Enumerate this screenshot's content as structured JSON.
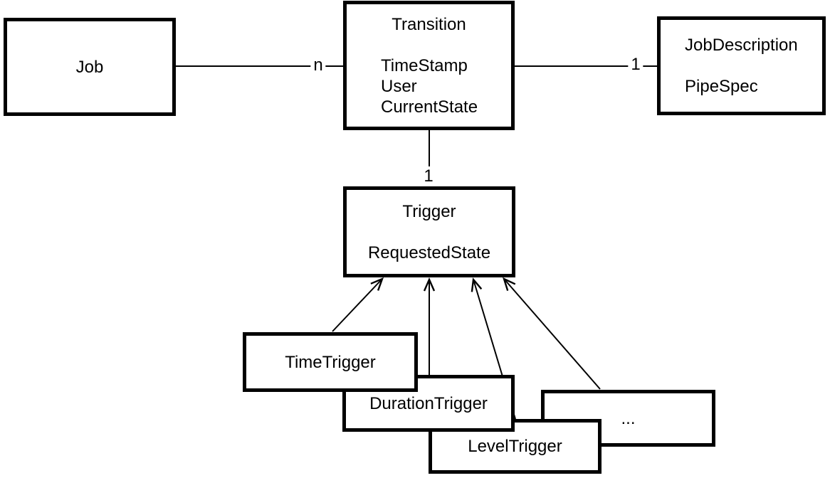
{
  "boxes": {
    "job": {
      "title": "Job"
    },
    "transition": {
      "title": "Transition",
      "attributes": [
        "TimeStamp",
        "User",
        "CurrentState"
      ]
    },
    "job_description": {
      "title": "JobDescription",
      "attributes": [
        "PipeSpec"
      ]
    },
    "trigger": {
      "title": "Trigger",
      "attributes": [
        "RequestedState"
      ]
    },
    "time_trigger": {
      "title": "TimeTrigger"
    },
    "duration_trigger": {
      "title": "DurationTrigger"
    },
    "level_trigger": {
      "title": "LevelTrigger"
    },
    "more_triggers": {
      "title": "..."
    }
  },
  "labels": {
    "job_transition_multiplicity": "n",
    "transition_jobdescription_multiplicity": "1",
    "transition_trigger_multiplicity": "1"
  },
  "colors": {
    "line": "#000000",
    "box_border": "#000000",
    "box_fill": "#ffffff",
    "background": "#ffffff"
  }
}
